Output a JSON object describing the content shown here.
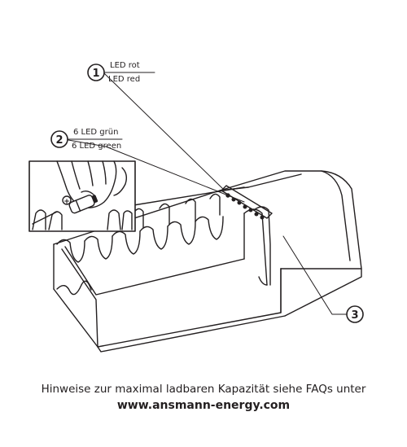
{
  "callouts": [
    {
      "number": "1",
      "line1": "LED rot",
      "line2": "LED red"
    },
    {
      "number": "2",
      "line1": "6 LED grün",
      "line2": "6 LED green"
    },
    {
      "number": "3"
    }
  ],
  "inset": {
    "battery_plus": "+"
  },
  "caption": {
    "line": "Hinweise zur maximal ladbaren Kapazität siehe FAQs unter",
    "url": "www.ansmann-energy.com"
  },
  "colors": {
    "ink": "#231f20",
    "background": "#ffffff"
  }
}
